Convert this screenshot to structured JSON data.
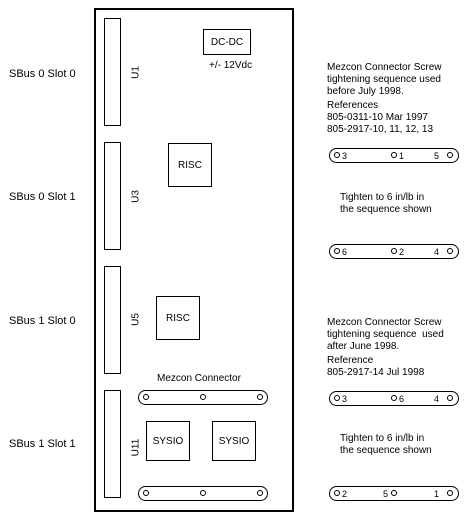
{
  "slots": [
    {
      "label": "SBus 0 Slot 0",
      "connector": "U1"
    },
    {
      "label": "SBus 0 Slot 1",
      "connector": "U3"
    },
    {
      "label": "SBus 1 Slot 0",
      "connector": "U5"
    },
    {
      "label": "SBus 1 Slot 1",
      "connector": "U11"
    }
  ],
  "board": {
    "dcdc_label": "DC-DC",
    "dcdc_voltage": "+/- 12Vdc",
    "risc_upper": "RISC",
    "risc_lower": "RISC",
    "mezcon_label": "Mezcon Connector",
    "sysio_left": "SYSIO",
    "sysio_right": "SYSIO"
  },
  "notes": {
    "old_title": "Mezcon Connector Screw\ntightening sequence used\nbefore July 1998.",
    "old_refs": "References\n805-0311-10 Mar 1997\n805-2917-10, 11, 12, 13",
    "old_top_seq": [
      "3",
      "1",
      "5"
    ],
    "old_torque": "Tighten to 6 in/lb in\nthe sequence shown",
    "old_bottom_seq": [
      "6",
      "2",
      "4"
    ],
    "new_title": "Mezcon Connector Screw\ntightening sequence  used\nafter June 1998.",
    "new_refs": "Reference\n805-2917-14 Jul 1998",
    "new_top_seq": [
      "3",
      "6",
      "4"
    ],
    "new_torque": "Tighten to 6 in/lb in\nthe sequence shown",
    "new_bottom_seq": [
      "2",
      "5",
      "1"
    ]
  }
}
